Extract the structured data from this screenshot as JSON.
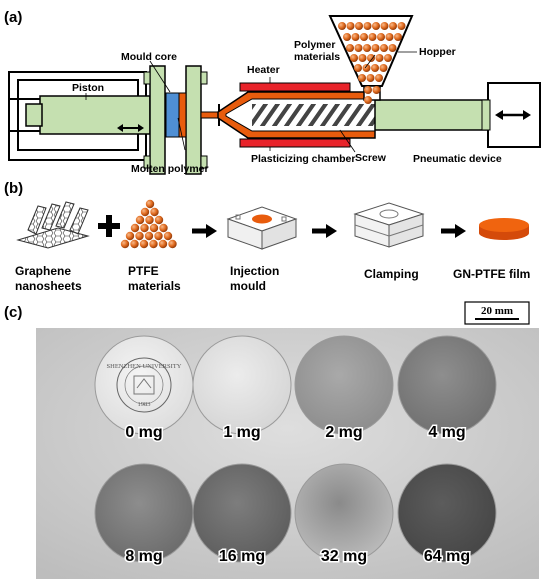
{
  "panels": {
    "a": "(a)",
    "b": "(b)",
    "c": "(c)"
  },
  "machine_labels": {
    "mould_core": "Mould core",
    "piston": "Piston",
    "molten_polymer": "Molten polymer",
    "heater": "Heater",
    "polymer_materials": "Polymer\nmaterials",
    "hopper": "Hopper",
    "plasticizing_chamber": "Plasticizing chamber",
    "screw": "Screw",
    "pneumatic_device": "Pneumatic device"
  },
  "process_steps": [
    {
      "label": "Graphene\nnanosheets"
    },
    {
      "label": "PTFE\nmaterials"
    },
    {
      "label": "Injection\nmould"
    },
    {
      "label": "Clamping"
    },
    {
      "label": "GN-PTFE film"
    }
  ],
  "scale_bar": "20 mm",
  "seal_text": {
    "top": "SHENZHEN UNIVERSITY",
    "year": "1983"
  },
  "samples": [
    "0 mg",
    "1 mg",
    "2 mg",
    "4 mg",
    "8 mg",
    "16 mg",
    "32 mg",
    "64 mg"
  ],
  "colors": {
    "orange": "#e85c0d",
    "red": "#e8232a",
    "green": "#c5e0b0",
    "blue": "#4f8fd4",
    "photo_bg": "#c9c9c9"
  }
}
